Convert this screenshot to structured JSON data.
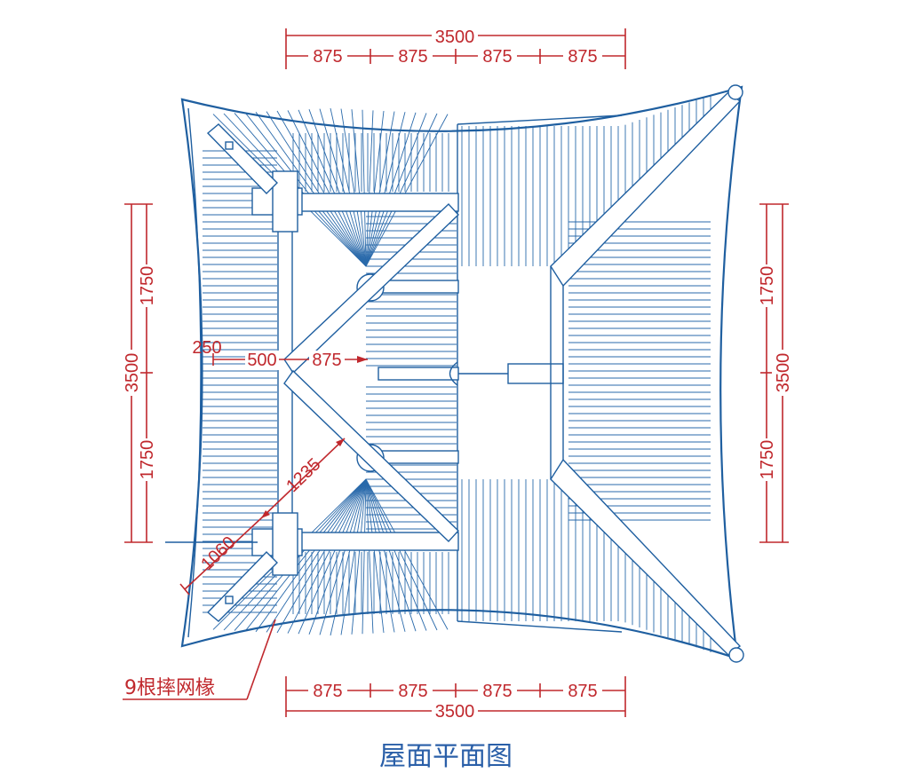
{
  "drawing": {
    "title": "屋面平面图",
    "note": "9根摔网椽",
    "colors": {
      "outline": "#1f5fa0",
      "dimension": "#c0282d",
      "title": "#2a5fa8"
    },
    "dimensions": {
      "top_total": "3500",
      "top_segments": [
        "875",
        "875",
        "875",
        "875"
      ],
      "bottom_total": "3500",
      "bottom_segments": [
        "875",
        "875",
        "875",
        "875"
      ],
      "left_total": "3500",
      "left_segments": [
        "1750",
        "1750"
      ],
      "right_total": "3500",
      "right_segments": [
        "1750",
        "1750"
      ],
      "inner_250": "250",
      "inner_500": "500",
      "inner_875": "875",
      "diag_1235": "1235",
      "diag_1060": "1060"
    }
  }
}
